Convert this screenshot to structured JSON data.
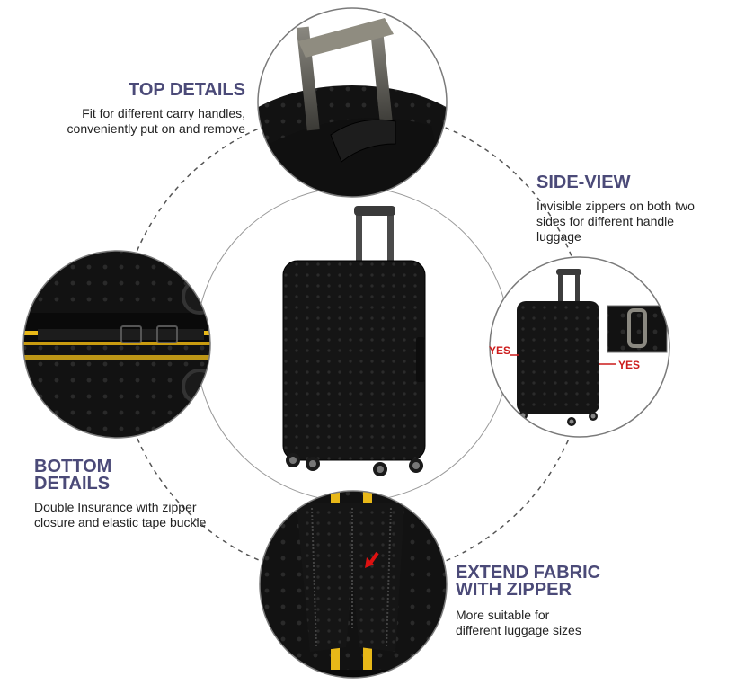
{
  "callouts": {
    "top": {
      "title": "TOP DETAILS",
      "desc_line1": "Fit for different carry handles,",
      "desc_line2": "conveniently put on and remove"
    },
    "side": {
      "title": "SIDE-VIEW",
      "desc_line1": "Invisible zippers on both two",
      "desc_line2": "sides for different handle",
      "desc_line3": "luggage",
      "yes_left": "YES",
      "yes_right": "YES"
    },
    "bottom": {
      "title_line1": "BOTTOM",
      "title_line2": "DETAILS",
      "desc_line1": "Double Insurance with zipper",
      "desc_line2": "closure and elastic tape buckle"
    },
    "extend": {
      "title_line1": "EXTEND FABRIC",
      "title_line2": "WITH ZIPPER",
      "desc_line1": "More suitable for",
      "desc_line2": "different luggage sizes"
    }
  },
  "colors": {
    "heading": "#4b4a78",
    "yes_label": "#cc1b1b",
    "cover_fabric": "#151515",
    "strap_yellow": "#e8b818"
  }
}
